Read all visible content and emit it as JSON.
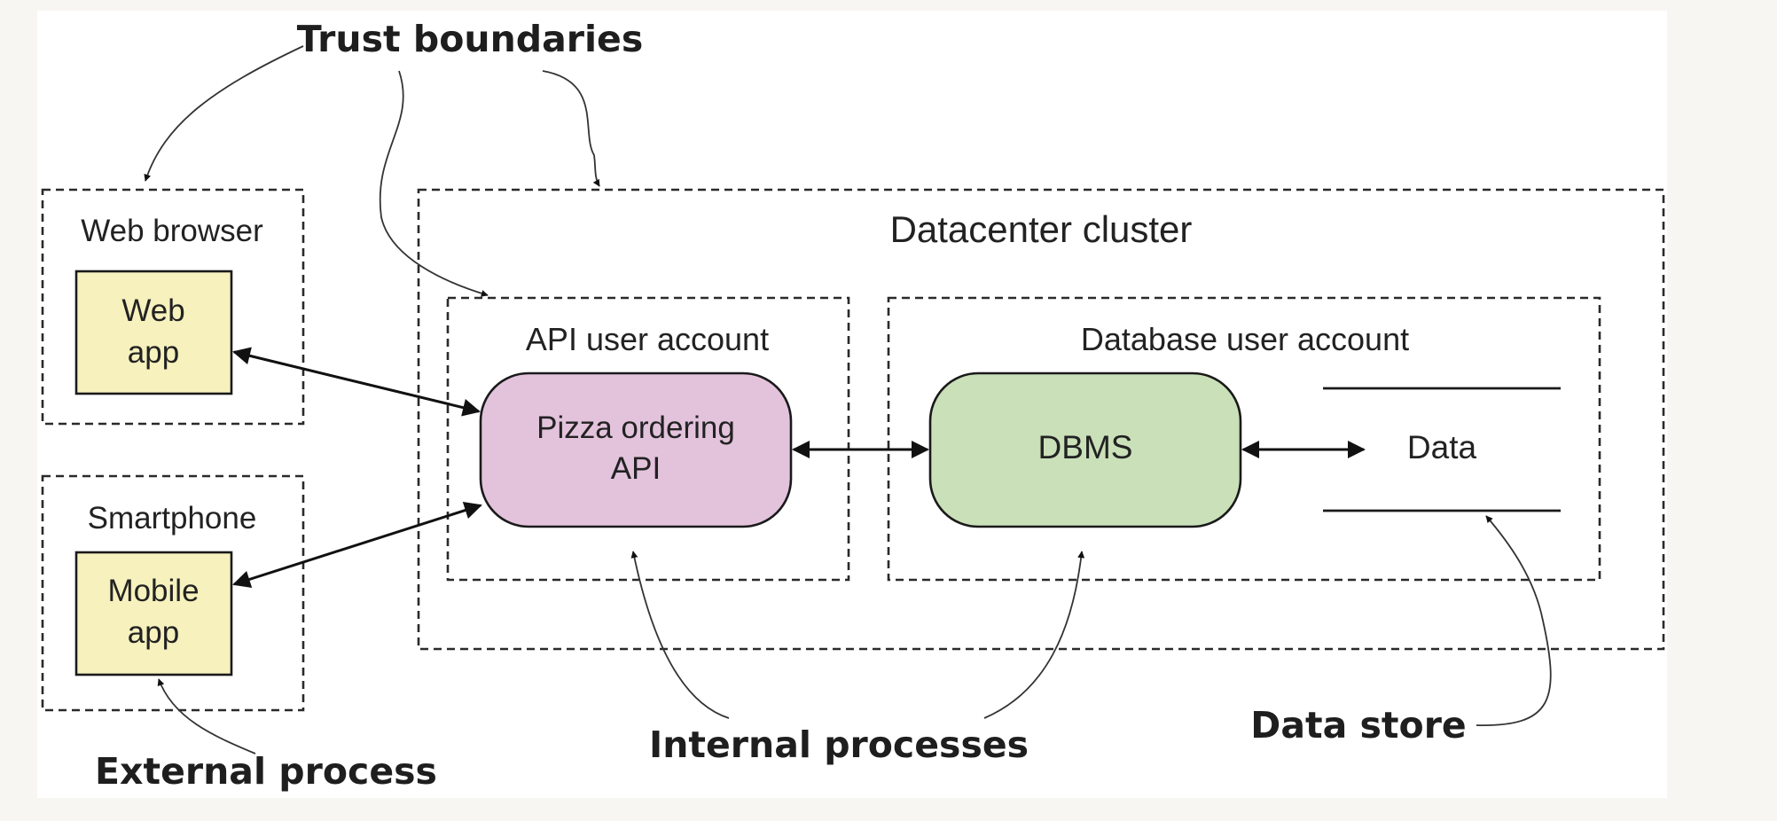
{
  "callouts": {
    "trust_boundaries": "Trust boundaries",
    "external_process": "External process",
    "internal_processes": "Internal processes",
    "data_store": "Data store"
  },
  "boundaries": {
    "web_browser": "Web browser",
    "smartphone": "Smartphone",
    "datacenter_cluster": "Datacenter cluster",
    "api_user_account": "API user account",
    "database_user_account": "Database user account"
  },
  "nodes": {
    "web_app": {
      "line1": "Web",
      "line2": "app",
      "color": "#f6f1bd"
    },
    "mobile_app": {
      "line1": "Mobile",
      "line2": "app",
      "color": "#f6f1bd"
    },
    "pizza_api": {
      "line1": "Pizza ordering",
      "line2": "API",
      "color": "#e3c3dc"
    },
    "dbms": {
      "label": "DBMS",
      "color": "#c9e0b9"
    },
    "data": {
      "label": "Data"
    }
  },
  "colors": {
    "background": "#f7f6f3",
    "panel": "#ffffff"
  }
}
